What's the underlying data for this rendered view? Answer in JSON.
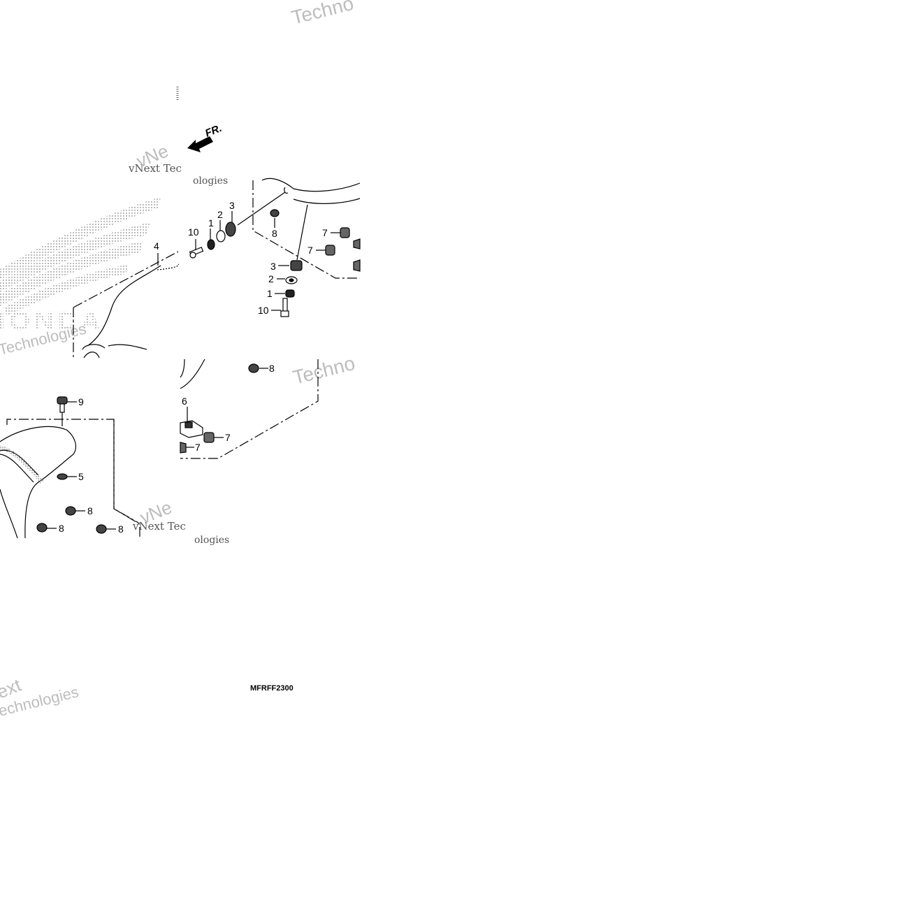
{
  "diagram": {
    "direction_label": "FR.",
    "diagram_code": "MFRFF2300",
    "brand_word": "HONDA",
    "callouts": {
      "c1a": "1",
      "c2a": "2",
      "c3a": "3",
      "c4": "4",
      "c10a": "10",
      "c8a": "8",
      "c7a": "7",
      "c7b": "7",
      "c3b": "3",
      "c2b": "2",
      "c1b": "1",
      "c10b": "10",
      "c8b": "8",
      "c6": "6",
      "c7c": "7",
      "c7d": "7",
      "c9": "9",
      "c5": "5",
      "c8c": "8",
      "c8d": "8",
      "c8e": "8"
    },
    "watermarks": {
      "w1": "Techno",
      "w2": "vNext Tec",
      "w3": "ologies",
      "w4": "vNe",
      "w5": "Technologies",
      "w6": "Techno",
      "w7": "vNext Tec",
      "w8": "ologies",
      "w9": "vNe",
      "w10": "ext",
      "w11": "echnologies"
    }
  },
  "colors": {
    "line": "#000000",
    "watermark": "#b8b8b8",
    "dots": "#9a9a9a"
  }
}
